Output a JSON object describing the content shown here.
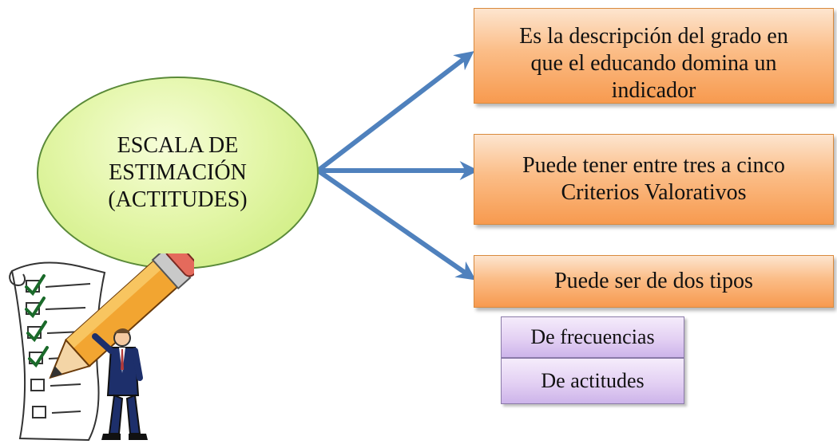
{
  "center": {
    "label_line1": "ESCALA DE",
    "label_line2": "ESTIMACIÓN",
    "label_line3": "(ACTITUDES)"
  },
  "boxes": [
    {
      "line1": "Es la descripción del grado en",
      "line2": "que el educando domina un",
      "line3": "indicador"
    },
    {
      "line1": "Puede tener entre tres a cinco",
      "line2": "Criterios Valorativos"
    },
    {
      "line1": "Puede ser de dos tipos"
    }
  ],
  "types": [
    {
      "label": "De frecuencias"
    },
    {
      "label": "De actitudes"
    }
  ],
  "colors": {
    "arrow": "#4f81bd",
    "ellipse_fill": "#e3f6a8",
    "ellipse_border": "#5a8a39",
    "orange_fill": "#fbbd87",
    "purple_fill": "#e3d0f3"
  },
  "icons": {
    "clipart": "checklist-pencil-man-icon"
  }
}
